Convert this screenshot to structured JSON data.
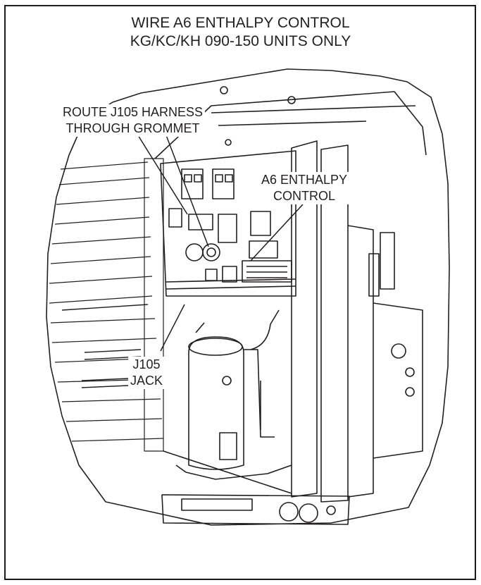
{
  "title": {
    "line1": "WIRE A6 ENTHALPY CONTROL",
    "line2": "KG/KC/KH 090-150 UNITS ONLY"
  },
  "callouts": {
    "harness": {
      "line1": "ROUTE J105 HARNESS",
      "line2": "THROUGH GROMMET"
    },
    "enthalpy": {
      "line1": "A6 ENTHALPY",
      "line2": "CONTROL"
    },
    "jack": {
      "line1": "J105",
      "line2": "JACK"
    }
  },
  "colors": {
    "ink": "#231f20",
    "background": "#ffffff",
    "shade": "#cfcfcf"
  }
}
